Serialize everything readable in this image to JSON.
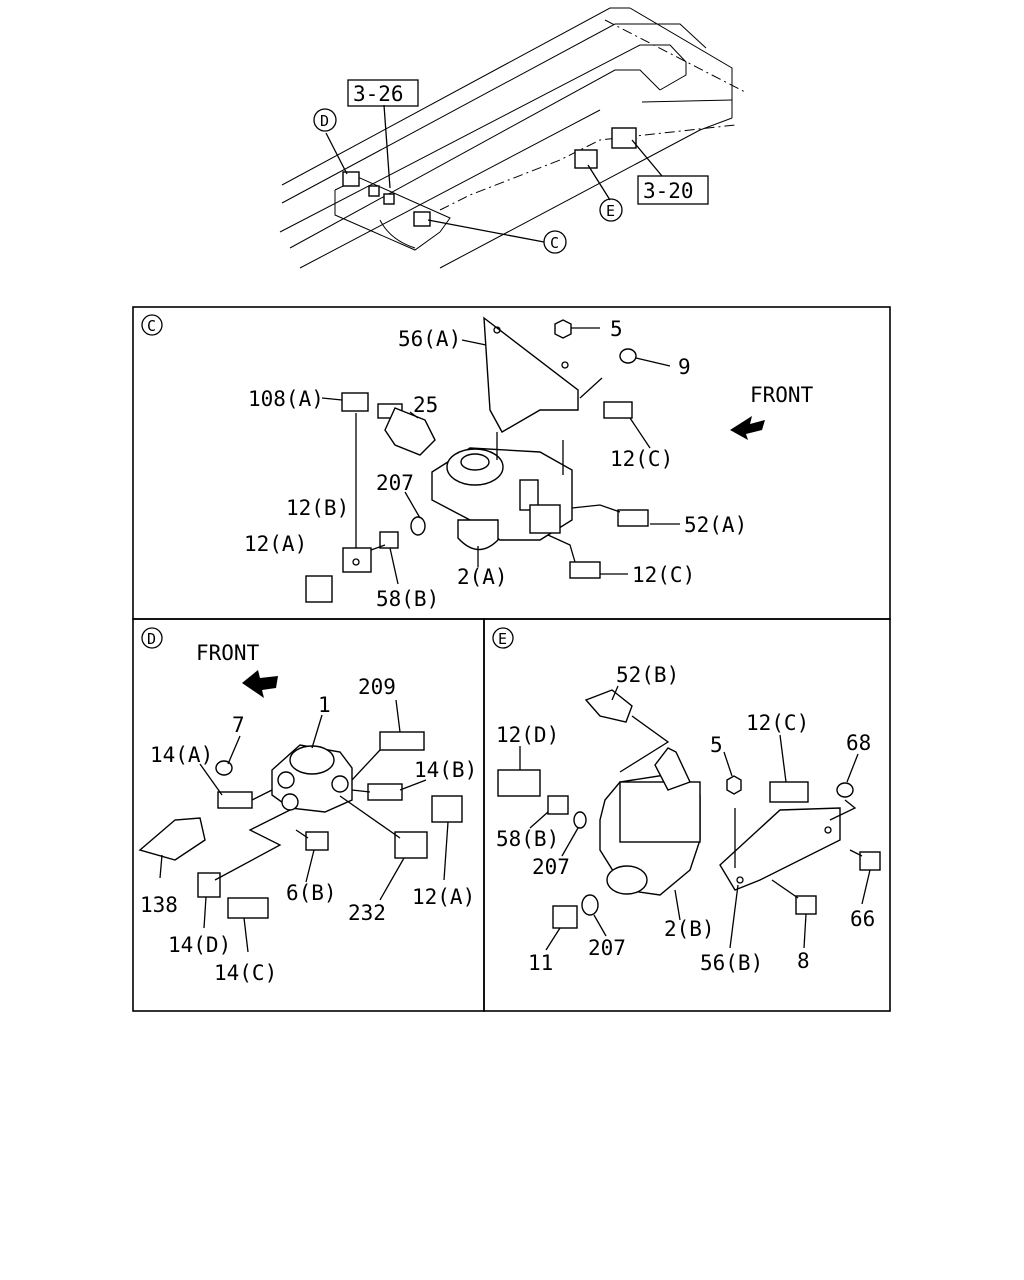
{
  "overview": {
    "refs": [
      "3-26",
      "3-20"
    ],
    "views": [
      "C",
      "D",
      "E"
    ]
  },
  "panel_c": {
    "tag": "C",
    "front_label": "FRONT",
    "labels": [
      "56(A)",
      "5",
      "9",
      "108(A)",
      "25",
      "12(C)",
      "207",
      "12(B)",
      "52(A)",
      "12(A)",
      "2(A)",
      "12(C)",
      "58(B)"
    ]
  },
  "panel_d": {
    "tag": "D",
    "front_label": "FRONT",
    "labels": [
      "209",
      "1",
      "7",
      "14(A)",
      "14(B)",
      "138",
      "6(B)",
      "232",
      "12(A)",
      "14(D)",
      "14(C)"
    ]
  },
  "panel_e": {
    "tag": "E",
    "labels": [
      "52(B)",
      "12(D)",
      "12(C)",
      "5",
      "68",
      "58(B)",
      "207",
      "66",
      "2(B)",
      "8",
      "11",
      "207",
      "56(B)"
    ]
  },
  "colors": {
    "line": "#000000",
    "background": "#ffffff"
  }
}
